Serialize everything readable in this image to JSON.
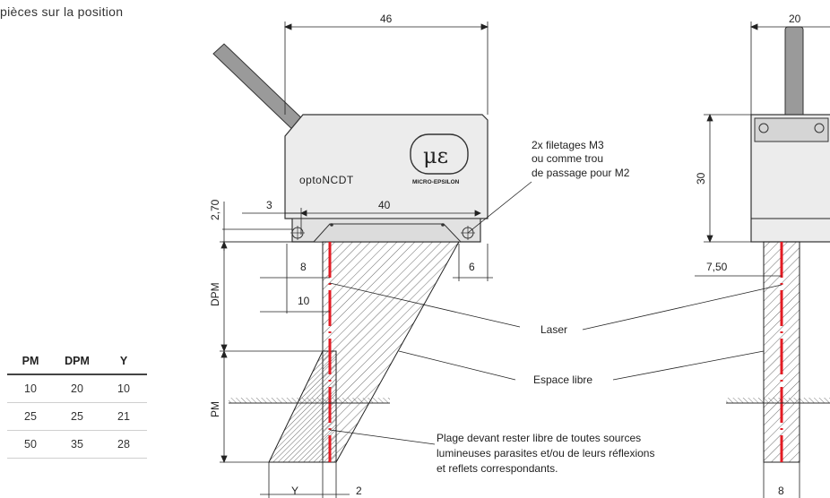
{
  "intro_text": "pièces sur la position",
  "sensor": {
    "brand": "optoNCDT",
    "maker": "MICRO-EPSILON",
    "logo": "μɛ"
  },
  "dimensions": {
    "width_total": "46",
    "depth_side": "20",
    "height_side": "30",
    "thickness": "2,70",
    "offset_3": "3",
    "hole_spacing": "40",
    "dist_8": "8",
    "dist_6": "6",
    "dist_10": "10",
    "side_offset": "7,50",
    "bottom_y": "Y",
    "bottom_2": "2",
    "bottom_8": "8"
  },
  "axis_labels": {
    "dpm": "DPM",
    "pm": "PM"
  },
  "annotations": {
    "threads": [
      "2x filetages M3",
      "ou comme trou",
      "de passage pour M2"
    ],
    "laser": "Laser",
    "free_space": "Espace libre",
    "clear_zone": [
      "Plage devant rester libre de toutes sources",
      "lumineuses parasites et/ou de leurs réflexions",
      "et reflets correspondants."
    ]
  },
  "table": {
    "headers": [
      "PM",
      "DPM",
      "Y"
    ],
    "rows": [
      [
        "10",
        "20",
        "10"
      ],
      [
        "25",
        "25",
        "21"
      ],
      [
        "50",
        "35",
        "28"
      ]
    ]
  },
  "colors": {
    "laser": "#e31b23",
    "line": "#222222",
    "body_fill": "#ececec",
    "cable": "#9a9a9a"
  }
}
